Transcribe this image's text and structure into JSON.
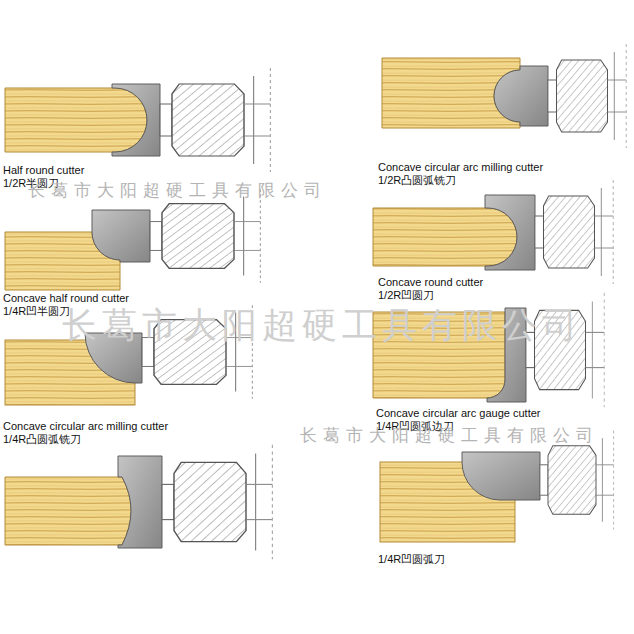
{
  "diagram": {
    "labels": [
      "Half round cutter",
      "1/2R半圆刀",
      "Concave circular arc milling cutter",
      "1/2R凸圆弧铣刀",
      "长葛市大阳超硬工具有限公司",
      "Concave round cutter",
      "1/2R凹圆刀",
      "Concave half round cutter",
      "1/4R凹半圆刀",
      "长葛市大阳超硬工具有限公司",
      "Concave circular arc gauge cutter",
      "1/4R凹圆弧边刀",
      "Concave circular arc milling cutter",
      "1/4R凸圆弧铣刀",
      "长葛市大阳超硬工具有限公司",
      "1/4R凹圆弧刀"
    ]
  }
}
